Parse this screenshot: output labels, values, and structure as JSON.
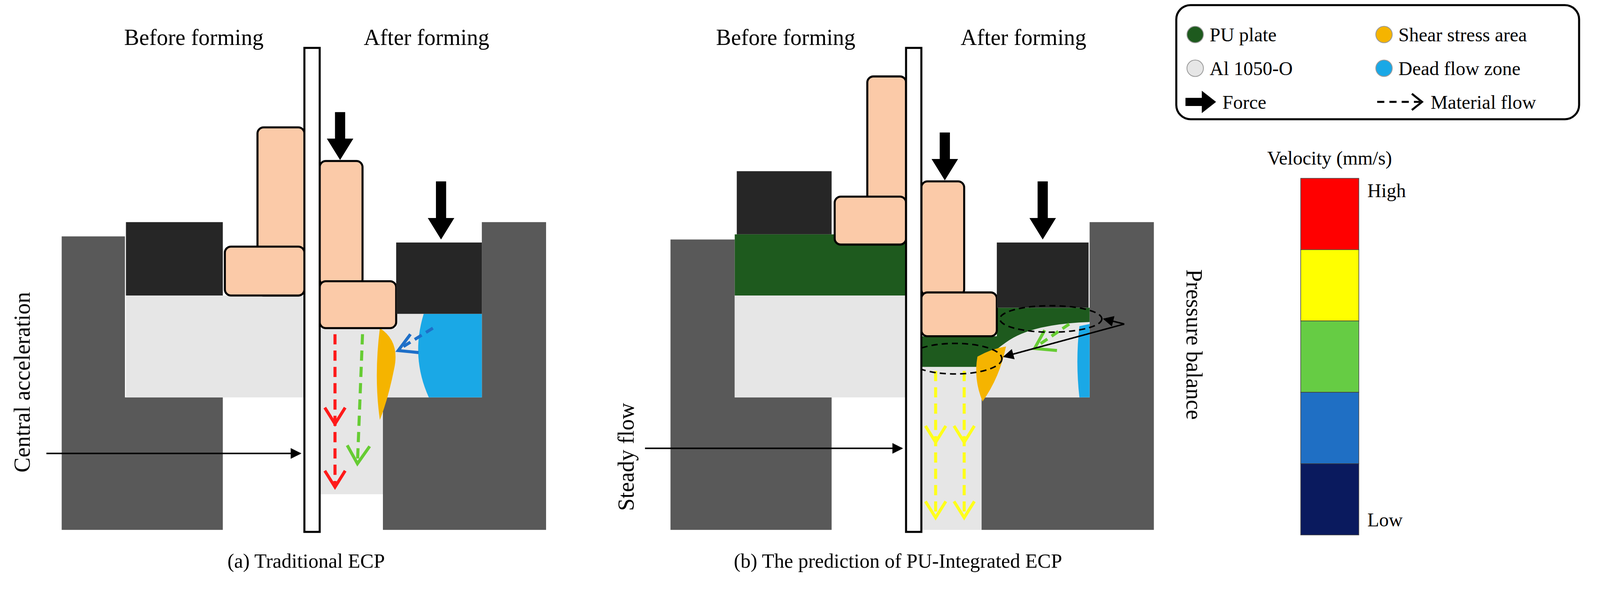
{
  "diagram": {
    "labels": [
      "Before forming",
      "After forming",
      "Central acceleration",
      "(a) Traditional ECP",
      "Before forming",
      "After forming",
      "Steady flow",
      "Pressure balance",
      "(b) The prediction of PU-Integrated ECP",
      "Velocity (mm/s)",
      "High",
      "Low"
    ],
    "legend": [
      {
        "text": "PU plate",
        "color": "#1e5a1e"
      },
      {
        "text": "Shear stress area",
        "color": "#f5b400"
      },
      {
        "text": "Al 1050-O",
        "color": "#e6e6e6"
      },
      {
        "text": "Dead flow zone",
        "color": "#1aa8e6"
      },
      {
        "text": "Force"
      },
      {
        "text": "Material flow"
      }
    ]
  }
}
